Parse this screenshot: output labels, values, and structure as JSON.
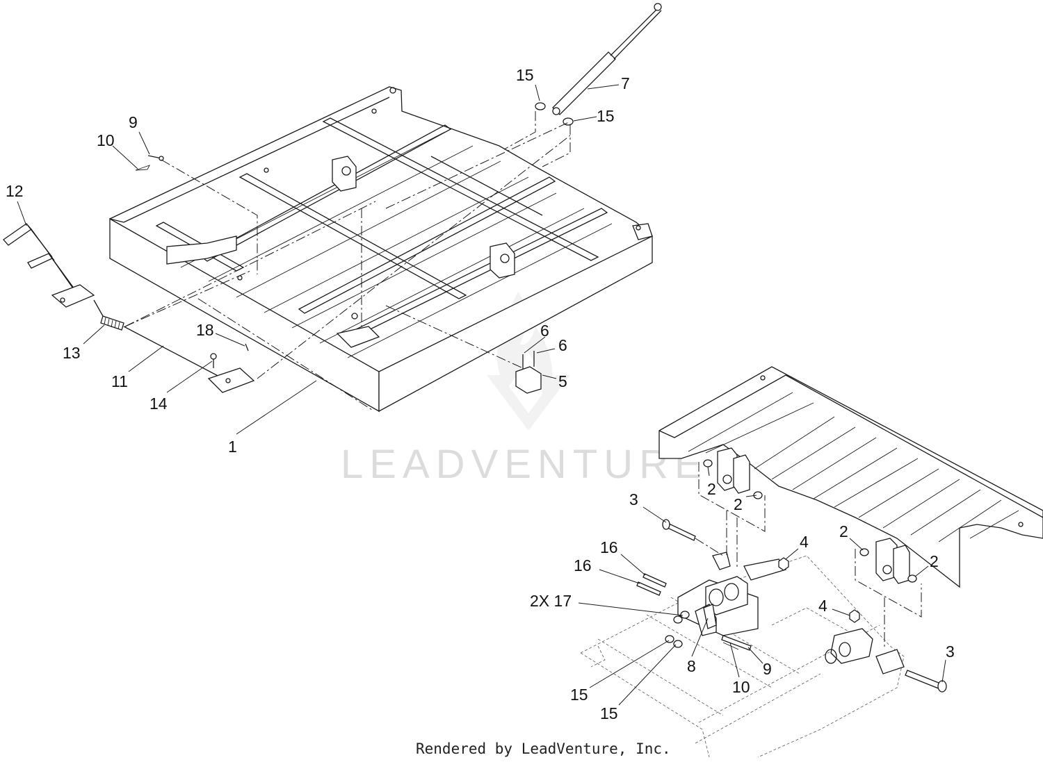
{
  "watermark": "LEADVENTURE",
  "credit": "Rendered by LeadVenture, Inc.",
  "callouts": [
    {
      "id": "c1",
      "text": "1"
    },
    {
      "id": "c2a",
      "text": "2"
    },
    {
      "id": "c2b",
      "text": "2"
    },
    {
      "id": "c2c",
      "text": "2"
    },
    {
      "id": "c2d",
      "text": "2"
    },
    {
      "id": "c3a",
      "text": "3"
    },
    {
      "id": "c3b",
      "text": "3"
    },
    {
      "id": "c4a",
      "text": "4"
    },
    {
      "id": "c4b",
      "text": "4"
    },
    {
      "id": "c5",
      "text": "5"
    },
    {
      "id": "c6a",
      "text": "6"
    },
    {
      "id": "c6b",
      "text": "6"
    },
    {
      "id": "c7",
      "text": "7"
    },
    {
      "id": "c8",
      "text": "8"
    },
    {
      "id": "c9a",
      "text": "9"
    },
    {
      "id": "c9b",
      "text": "9"
    },
    {
      "id": "c10a",
      "text": "10"
    },
    {
      "id": "c10b",
      "text": "10"
    },
    {
      "id": "c11",
      "text": "11"
    },
    {
      "id": "c12",
      "text": "12"
    },
    {
      "id": "c13",
      "text": "13"
    },
    {
      "id": "c14",
      "text": "14"
    },
    {
      "id": "c15a",
      "text": "15"
    },
    {
      "id": "c15b",
      "text": "15"
    },
    {
      "id": "c15c",
      "text": "15"
    },
    {
      "id": "c15d",
      "text": "15"
    },
    {
      "id": "c16a",
      "text": "16"
    },
    {
      "id": "c16b",
      "text": "16"
    },
    {
      "id": "c17",
      "text": "2X 17"
    },
    {
      "id": "c18",
      "text": "18"
    }
  ]
}
